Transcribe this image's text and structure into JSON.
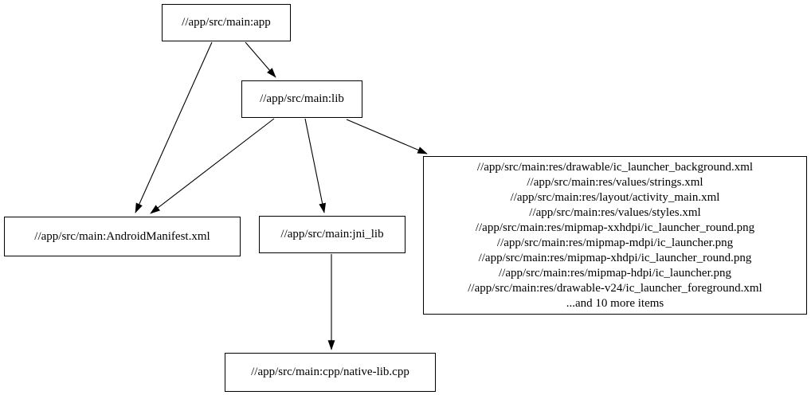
{
  "diagram": {
    "type": "dependency-graph",
    "colors": {
      "background": "#ffffff",
      "node_fill": "#ffffff",
      "node_border": "#000000",
      "edge": "#000000",
      "text": "#000000"
    },
    "nodes": {
      "app": {
        "label": "//app/src/main:app"
      },
      "lib": {
        "label": "//app/src/main:lib"
      },
      "manifest": {
        "label": "//app/src/main:AndroidManifest.xml"
      },
      "jni_lib": {
        "label": "//app/src/main:jni_lib"
      },
      "native_lib": {
        "label": "//app/src/main:cpp/native-lib.cpp"
      },
      "resources": {
        "lines": [
          "//app/src/main:res/drawable/ic_launcher_background.xml",
          "//app/src/main:res/values/strings.xml",
          "//app/src/main:res/layout/activity_main.xml",
          "//app/src/main:res/values/styles.xml",
          "//app/src/main:res/mipmap-xxhdpi/ic_launcher_round.png",
          "//app/src/main:res/mipmap-mdpi/ic_launcher.png",
          "//app/src/main:res/mipmap-xhdpi/ic_launcher_round.png",
          "//app/src/main:res/mipmap-hdpi/ic_launcher.png",
          "//app/src/main:res/drawable-v24/ic_launcher_foreground.xml",
          "...and 10 more items"
        ]
      }
    },
    "edges": [
      {
        "from": "app",
        "to": "lib"
      },
      {
        "from": "app",
        "to": "manifest"
      },
      {
        "from": "lib",
        "to": "manifest"
      },
      {
        "from": "lib",
        "to": "jni_lib"
      },
      {
        "from": "lib",
        "to": "resources"
      },
      {
        "from": "jni_lib",
        "to": "native_lib"
      }
    ]
  }
}
